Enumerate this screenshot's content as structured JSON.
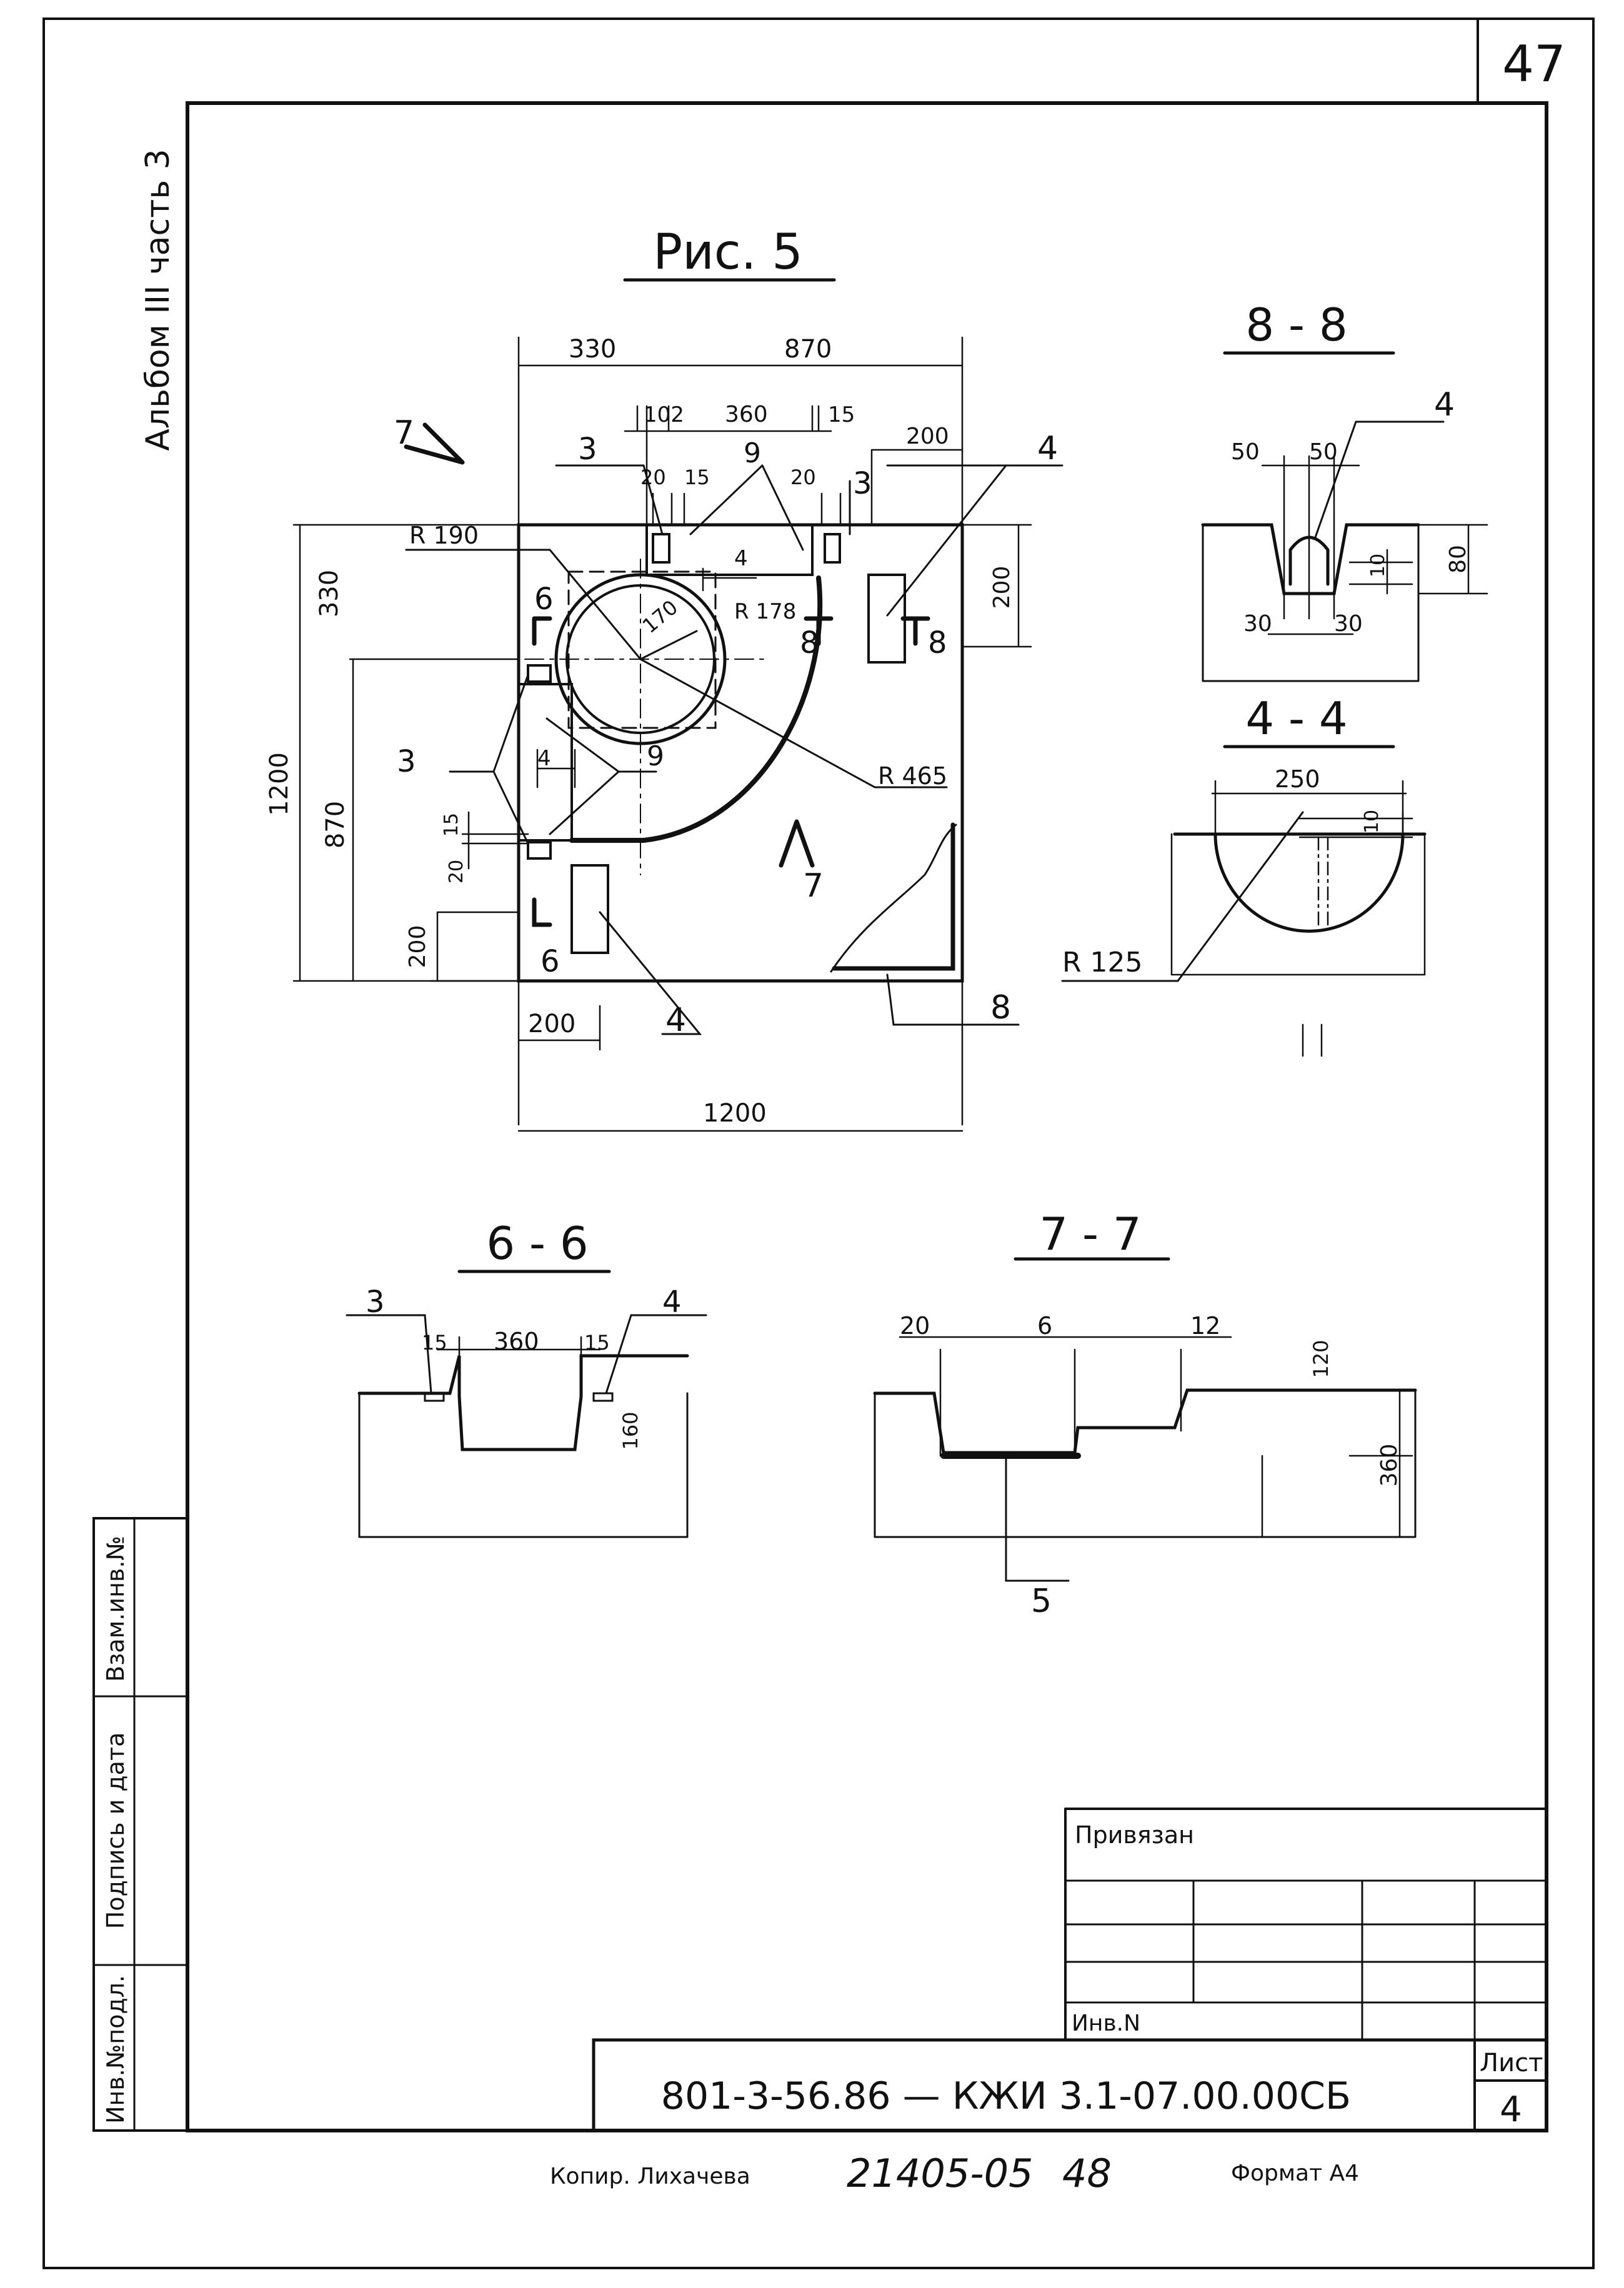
{
  "sheet": {
    "page_number": "47",
    "album_label": "Альбом III часть 3",
    "figure_title": "Рис. 5",
    "copy_note": "Копир. Лихачева",
    "copy_number": "21405-05",
    "copy_page": "48",
    "format_label": "Формат А4"
  },
  "plan": {
    "dims": {
      "top_left": "330",
      "top_right": "870",
      "d102": "102",
      "d360": "360",
      "d15": "15",
      "d200_top": "200",
      "d20a": "20",
      "d15b": "15",
      "d20b": "20",
      "left_330": "330",
      "left_870": "870",
      "left_1200": "1200",
      "right_200": "200",
      "bottom_200": "200",
      "bottom_1200": "1200",
      "left_15": "15",
      "left_20": "20",
      "left_200": "200",
      "d4a": "4",
      "d4b": "4"
    },
    "radii": {
      "r190": "R 190",
      "r178": "R 178",
      "r465": "R 465",
      "r170": "170"
    },
    "callouts": {
      "c3a": "3",
      "c3b": "3",
      "c3c": "3",
      "c4a": "4",
      "c4b": "4",
      "c9a": "9",
      "c9b": "9",
      "c8": "8"
    },
    "section_marks": {
      "s6a": "6",
      "s6b": "6",
      "s7a": "7",
      "s7b": "7",
      "s8a": "8",
      "s8b": "8"
    }
  },
  "section_88": {
    "title": "8 - 8",
    "callout": "4",
    "dims": {
      "d50a": "50",
      "d50b": "50",
      "d30a": "30",
      "d30b": "30",
      "d10": "10",
      "d80": "80"
    }
  },
  "section_44": {
    "title": "4 - 4",
    "dims": {
      "d250": "250",
      "d10": "10",
      "r125": "R 125"
    }
  },
  "section_66": {
    "title": "6 - 6",
    "callout_left": "3",
    "callout_right": "4",
    "dims": {
      "d15a": "15",
      "d360": "360",
      "d15b": "15",
      "d160": "160"
    }
  },
  "section_77": {
    "title": "7 - 7",
    "callout": "5",
    "dims": {
      "d20": "20",
      "d6": "6",
      "d12": "12",
      "d120": "120",
      "d360": "360"
    }
  },
  "side_stamp": {
    "inv_podl": "Инв.№подл.",
    "podpis": "Подпись и дата",
    "vzam": "Взам.инв.№"
  },
  "title_block": {
    "privyazan": "Привязан",
    "inv_n": "Инв.N",
    "code": "801-3-56.86 — КЖИ 3.1-07.00.00СБ",
    "sheet_label": "Лист",
    "sheet_number": "4"
  }
}
